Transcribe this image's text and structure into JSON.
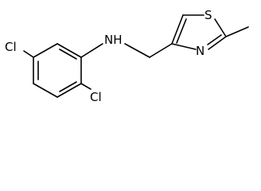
{
  "molecule": {
    "atoms": {
      "cl_top": "Cl",
      "cl_bottom": "Cl",
      "nh": "NH",
      "s": "S",
      "n": "N"
    }
  }
}
